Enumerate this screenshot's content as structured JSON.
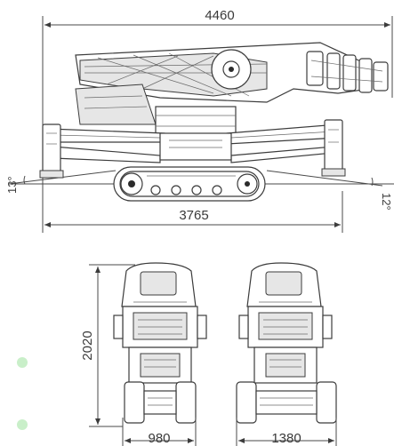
{
  "dimensions": {
    "overall_length": "4460",
    "track_length": "3765",
    "height_folded": "2020",
    "width_min": "980",
    "width_max": "1380",
    "angle_left": "13°",
    "angle_right": "12°"
  },
  "colors": {
    "line": "#3c3c3c",
    "dot": "#c9efc9"
  }
}
